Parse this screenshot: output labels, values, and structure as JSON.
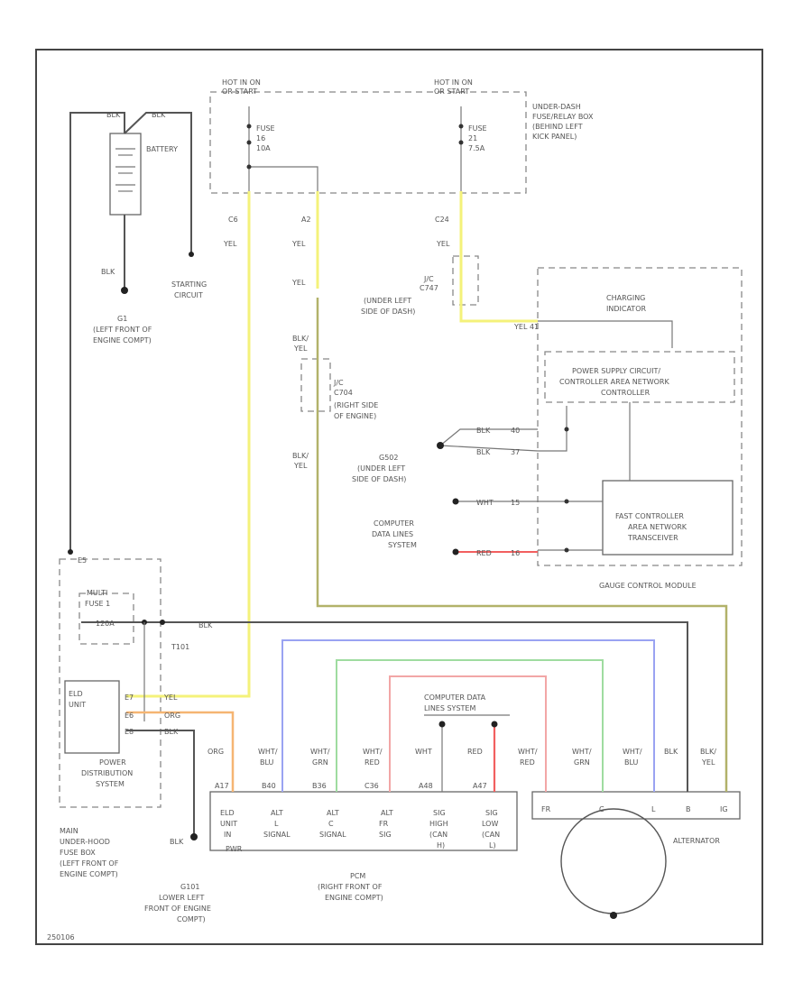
{
  "diagram": {
    "hot_left": [
      "HOT IN ON",
      "OR START"
    ],
    "hot_right": [
      "HOT IN ON",
      "OR START"
    ],
    "fuse_left": [
      "FUSE",
      "16",
      "10A"
    ],
    "fuse_right": [
      "FUSE",
      "21",
      "7.5A"
    ],
    "under_dash_box": [
      "UNDER-DASH",
      "FUSE/RELAY BOX",
      "(BEHIND LEFT",
      "KICK PANEL)"
    ],
    "conn_c6": "C6",
    "conn_a2": "A2",
    "conn_c24": "C24",
    "batt_pos_1": "BLK",
    "batt_pos_2": "BLK",
    "battery": "BATTERY",
    "blk_ground": "BLK",
    "g1": [
      "G1",
      "(LEFT FRONT OF",
      "ENGINE COMPT)"
    ],
    "starting_circuit": [
      "STARTING",
      "CIRCUIT"
    ],
    "yel_1": "YEL",
    "yel_2": "YEL",
    "yel_3": "YEL",
    "yel_4": "YEL",
    "blk_yel_1": [
      "BLK/",
      "YEL"
    ],
    "blk_yel_2": [
      "BLK/",
      "YEL"
    ],
    "jc_c747": [
      "J/C",
      "C747",
      "(UNDER LEFT",
      "SIDE OF DASH)"
    ],
    "jc_c704": [
      "J/C",
      "C704",
      "(RIGHT SIDE",
      "OF ENGINE)"
    ],
    "yel_pin": "YEL  41",
    "gauge_module": "GAUGE CONTROL MODULE",
    "charging_indicator": [
      "CHARGING",
      "INDICATOR"
    ],
    "power_supply": [
      "POWER SUPPLY CIRCUIT/",
      "CONTROLLER AREA NETWORK",
      "CONTROLLER"
    ],
    "blk_wire_1": "BLK",
    "blk_wire_2": "BLK",
    "pin_1": "40",
    "pin_2": "37",
    "g502": [
      "G502",
      "(UNDER LEFT",
      "SIDE OF DASH)"
    ],
    "wht_wire": "WHT",
    "red_wire": "RED",
    "pin_3": "15",
    "pin_4": "16",
    "computer_lines": [
      "COMPUTER",
      "DATA LINES",
      "SYSTEM"
    ],
    "fast_can": [
      "FAST CONTROLLER",
      "AREA NETWORK",
      "TRANSCEIVER"
    ],
    "e5": "E5",
    "multi_fuse": [
      "MULTI",
      "FUSE 1"
    ],
    "fuse_120a": "120A",
    "t101": "T101",
    "blk_main": "BLK",
    "eld": [
      "ELD",
      "UNIT"
    ],
    "e7": "E7",
    "e6": "E6",
    "e8": "E8",
    "yel_eld": "YEL",
    "org_eld": "ORG",
    "blk_eld": "BLK",
    "power_distribution": [
      "POWER",
      "DISTRIBUTION",
      "SYSTEM"
    ],
    "main_fuse_box": [
      "MAIN",
      "UNDER-HOOD",
      "FUSE BOX",
      "(LEFT FRONT OF",
      "ENGINE COMPT)"
    ],
    "blk_g101": "BLK",
    "g101": [
      "G101",
      "LOWER LEFT",
      "FRONT OF ENGINE",
      "COMPT)"
    ],
    "computer_data_lines": [
      "COMPUTER DATA",
      "LINES SYSTEM"
    ],
    "pcm_wires": [
      [
        "ORG"
      ],
      [
        "WHT/",
        "BLU"
      ],
      [
        "WHT/",
        "GRN"
      ],
      [
        "WHT/",
        "RED"
      ],
      [
        "WHT"
      ],
      [
        "RED"
      ]
    ],
    "pcm_pins": [
      "A17",
      "B40",
      "B36",
      "C36",
      "A48",
      "A47"
    ],
    "pcm_labels": [
      [
        "ELD",
        "UNIT",
        "IN"
      ],
      [
        "ALT",
        "L",
        "SIGNAL"
      ],
      [
        "ALT",
        "C",
        "SIGNAL"
      ],
      [
        "ALT",
        "FR",
        "SIG"
      ],
      [
        "SIG",
        "HIGH",
        "(CAN",
        "H)"
      ],
      [
        "SIG",
        "LOW",
        "(CAN",
        "L)"
      ]
    ],
    "pwr": "PWR",
    "pcm": [
      "PCM",
      "(RIGHT FRONT OF",
      "ENGINE COMPT)"
    ],
    "alt_wires": [
      [
        "WHT/",
        "RED"
      ],
      [
        "WHT/",
        "GRN"
      ],
      [
        "WHT/",
        "BLU"
      ],
      [
        "BLK"
      ],
      [
        "BLK/",
        "YEL"
      ]
    ],
    "alt_pins": [
      "FR",
      "C",
      "L",
      "B",
      "IG"
    ],
    "alternator": "ALTERNATOR",
    "figure_id": "250106"
  },
  "colors": {
    "yellow": "#f4f27a",
    "blue": "#9aa3f2",
    "green": "#9fdca0",
    "red_light": "#f2a6a6",
    "red": "#f25f5f",
    "orange": "#f5b572",
    "olive": "#b2b26a",
    "wire": "#555555"
  }
}
